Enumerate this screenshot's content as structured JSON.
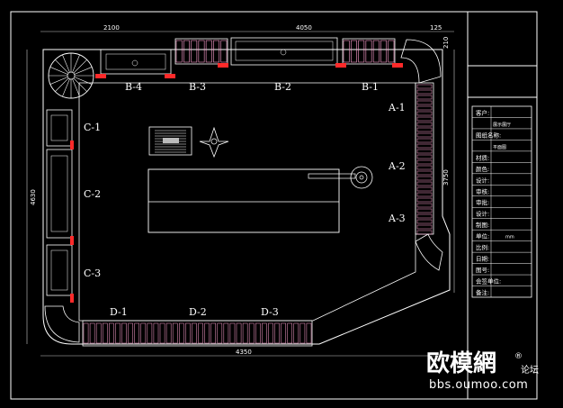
{
  "zones": {
    "b4": "B-4",
    "b3": "B-3",
    "b2": "B-2",
    "b1": "B-1",
    "a1": "A-1",
    "a2": "A-2",
    "a3": "A-3",
    "c1": "C-1",
    "c2": "C-2",
    "c3": "C-3",
    "d1": "D-1",
    "d2": "D-2",
    "d3": "D-3"
  },
  "dimensions": {
    "top_left": "2100",
    "top_mid": "4050",
    "top_right": "125",
    "right_top": "210",
    "right": "3750",
    "left": "4630",
    "bottom": "4350"
  },
  "title_block": {
    "rows": [
      {
        "label": "客户:",
        "value": ""
      },
      {
        "label": "",
        "value": "展示展厅"
      },
      {
        "label": "图纸名称:",
        "value": ""
      },
      {
        "label": "",
        "value": "平面图"
      },
      {
        "label": "材质:",
        "value": ""
      },
      {
        "label": "颜色:",
        "value": ""
      },
      {
        "label": "设计:",
        "value": ""
      },
      {
        "label": "审核:",
        "value": ""
      },
      {
        "label": "审批:",
        "value": ""
      },
      {
        "label": "设计:",
        "value": ""
      },
      {
        "label": "制图:",
        "value": ""
      },
      {
        "label": "单位:",
        "value": "mm"
      },
      {
        "label": "比例:",
        "value": ""
      },
      {
        "label": "日期:",
        "value": ""
      },
      {
        "label": "图号:",
        "value": ""
      },
      {
        "label": "会签单位:",
        "value": ""
      },
      {
        "label": "备注:",
        "value": ""
      }
    ]
  },
  "watermark": {
    "brand": "欧模網",
    "reg": "®",
    "forum": "论坛",
    "url": "bbs.oumoo.com"
  },
  "colors": {
    "background": "#000000",
    "line": "#ffffff",
    "fixture": "#ff9fd0",
    "accent_red": "#ff2a2a",
    "dim_line": "#c8c8c8"
  }
}
